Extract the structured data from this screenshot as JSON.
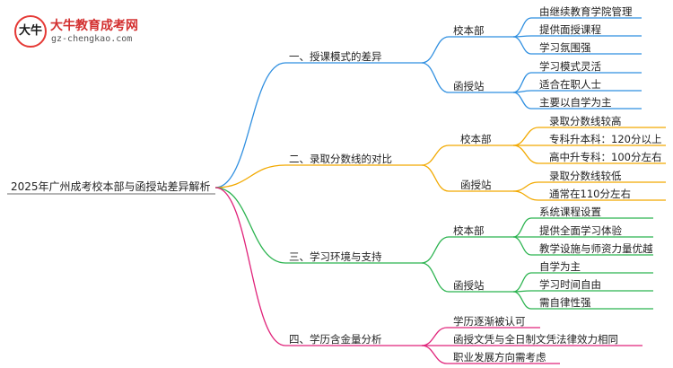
{
  "logo": {
    "mark": "大牛",
    "name": "大牛教育成考网",
    "url": "gz-chengkao.com"
  },
  "root": "2025年广州成考校本部与函授站差异解析",
  "branches": [
    {
      "label": "一、授课模式的差异",
      "color": "#2f8fe0",
      "groups": [
        {
          "label": "校本部",
          "items": [
            "由继续教育学院管理",
            "提供面授课程",
            "学习氛围强"
          ]
        },
        {
          "label": "函授站",
          "items": [
            "学习模式灵活",
            "适合在职人士",
            "主要以自学为主"
          ]
        }
      ]
    },
    {
      "label": "二、录取分数线的对比",
      "color": "#f2a900",
      "groups": [
        {
          "label": "校本部",
          "items": [
            "录取分数线较高",
            "专科升本科：120分以上",
            "高中升专科：100分左右"
          ]
        },
        {
          "label": "函授站",
          "items": [
            "录取分数线较低",
            "通常在110分左右"
          ]
        }
      ]
    },
    {
      "label": "三、学习环境与支持",
      "color": "#2bb34f",
      "groups": [
        {
          "label": "校本部",
          "items": [
            "系统课程设置",
            "提供全面学习体验",
            "教学设施与师资力量优越"
          ]
        },
        {
          "label": "函授站",
          "items": [
            "自学为主",
            "学习时间自由",
            "需自律性强"
          ]
        }
      ]
    },
    {
      "label": "四、学历含金量分析",
      "color": "#e0237a",
      "items": [
        "学历逐渐被认可",
        "函授文凭与全日制文凭法律效力相同",
        "职业发展方向需考虑"
      ]
    }
  ]
}
